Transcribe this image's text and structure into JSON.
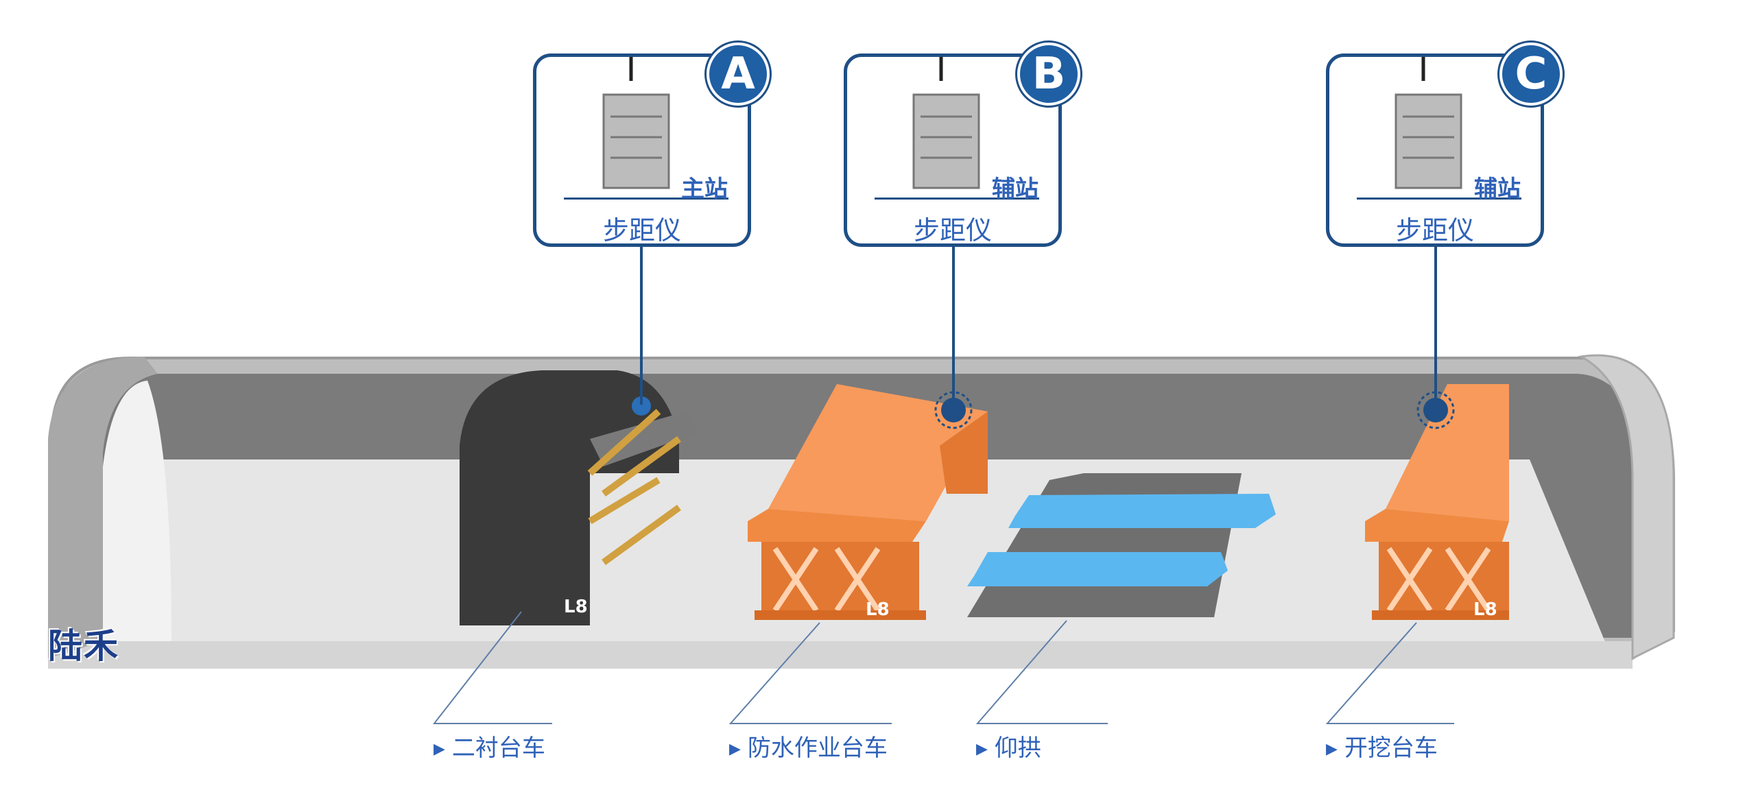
{
  "stations": [
    {
      "badge": "A",
      "role": "主站",
      "device": "步距仪"
    },
    {
      "badge": "B",
      "role": "辅站",
      "device": "步距仪"
    },
    {
      "badge": "C",
      "role": "辅站",
      "device": "步距仪"
    }
  ],
  "equipment": [
    {
      "label": "二衬台车"
    },
    {
      "label": "防水作业台车"
    },
    {
      "label": "仰拱"
    },
    {
      "label": "开挖台车"
    }
  ],
  "brand": "陆禾",
  "colors": {
    "accent": "#1f4f86",
    "badge": "#1f5fa4",
    "text": "#2f62b8",
    "trolley": "#f08a42",
    "invert": "#5bb7f0"
  },
  "icons": [
    "gateway-device-icon",
    "signal-point-icon",
    "arrow-right-icon"
  ]
}
